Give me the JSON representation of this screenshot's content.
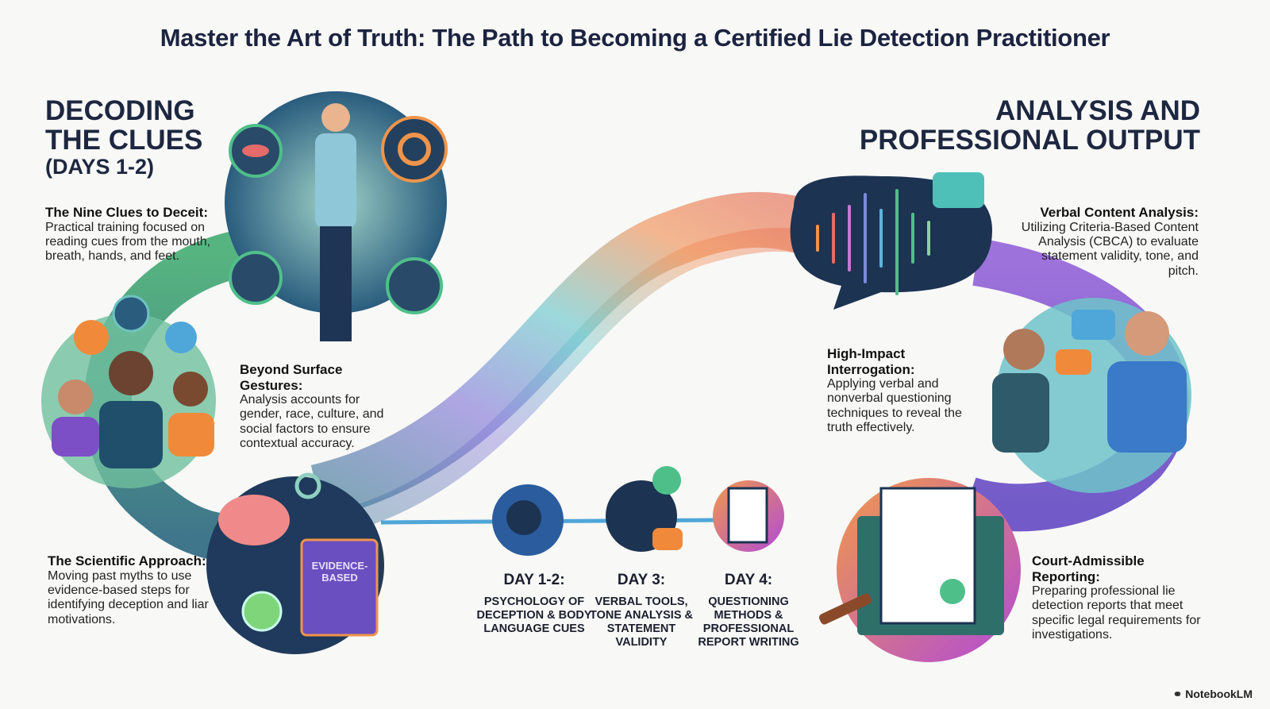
{
  "title": "Master the Art of Truth: The Path to Becoming a Certified Lie Detection Practitioner",
  "left_section": {
    "heading_line1": "DECODING",
    "heading_line2": "THE CLUES",
    "heading_sub": "(DAYS 1-2)"
  },
  "right_section": {
    "heading_line1": "ANALYSIS AND",
    "heading_line2": "PROFESSIONAL OUTPUT"
  },
  "blocks": {
    "nine_clues": {
      "title": "The Nine Clues to Deceit:",
      "text": "Practical training focused on reading cues from the mouth, breath, hands, and feet."
    },
    "beyond": {
      "title": "Beyond Surface Gestures:",
      "text": "Analysis accounts for gender, race, culture, and social factors to ensure contextual accuracy."
    },
    "scientific": {
      "title": "The Scientific Approach:",
      "text": "Moving past myths to use evidence-based steps for identifying deception and liar motivations."
    },
    "verbal": {
      "title": "Verbal Content Analysis:",
      "text": "Utilizing Criteria-Based Content Analysis (CBCA) to evaluate statement validity, tone, and pitch."
    },
    "interrogation": {
      "title": "High-Impact Interrogation:",
      "text": "Applying verbal and nonverbal questioning techniques to reveal the truth effectively."
    },
    "reporting": {
      "title": "Court-Admissible Reporting:",
      "text": "Preparing professional lie detection reports that meet specific legal requirements for investigations."
    }
  },
  "days": [
    {
      "label": "DAY 1-2:",
      "text": "PSYCHOLOGY OF DECEPTION & BODY LANGUAGE CUES"
    },
    {
      "label": "DAY 3:",
      "text": "VERBAL TOOLS, TONE ANALYSIS & STATEMENT VALIDITY"
    },
    {
      "label": "DAY 4:",
      "text": "QUESTIONING METHODS & PROFESSIONAL REPORT WRITING"
    }
  ],
  "book_label": "EVIDENCE-BASED",
  "brand": "NotebookLM"
}
